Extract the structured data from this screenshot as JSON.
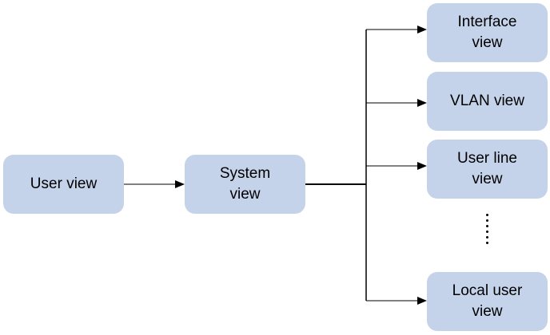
{
  "nodes": {
    "user_view": "User view",
    "system_view": "System\nview",
    "interface_view": "Interface\nview",
    "vlan_view": "VLAN view",
    "user_line_view": "User line\nview",
    "local_user_view": "Local user\nview"
  },
  "colors": {
    "node_fill": "#c4d3ea",
    "line": "#000000"
  }
}
